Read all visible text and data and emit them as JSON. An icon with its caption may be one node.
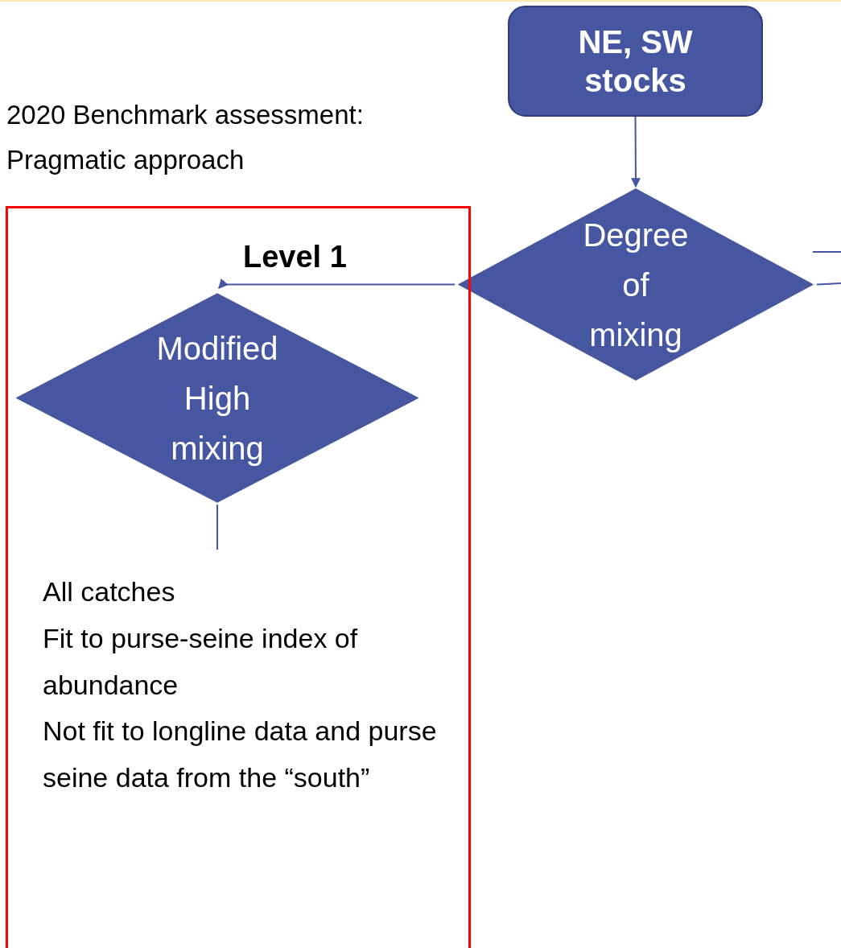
{
  "diagram": {
    "title": "2020 Benchmark assessment: Pragmatic approach",
    "nodes": [
      {
        "text": [
          "NE, SW stocks"
        ]
      },
      {
        "text": [
          "Degree of mixing"
        ]
      },
      {
        "text": [
          "All catches",
          "Fit to purse-seine index of abundance",
          "Not fit to longline data and purse seine data from the “south”"
        ]
      },
      {
        "text": [
          "Modified High mixing"
        ],
        "in": 2
      }
    ],
    "edges": [
      {
        "from": 0,
        "to": 1,
        "arrow": "to"
      },
      {
        "from": 1,
        "to": 3,
        "arrow": "to",
        "label": "Level 1"
      },
      {
        "from": 3,
        "to": null,
        "arrow": "none"
      },
      {
        "from": 1,
        "to": null,
        "arrow": "none"
      }
    ]
  }
}
